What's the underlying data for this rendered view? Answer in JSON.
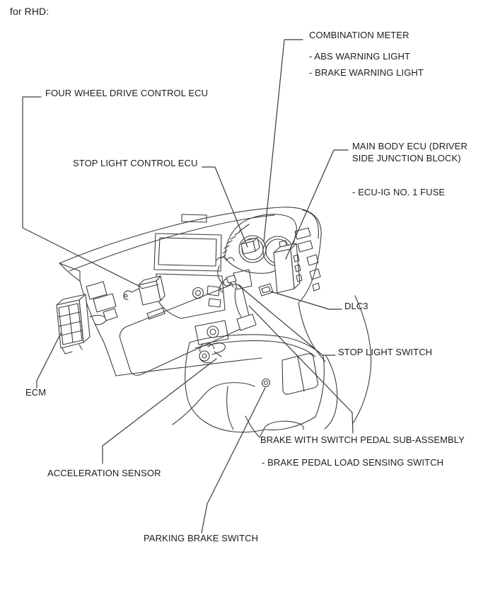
{
  "variant_note": "for RHD:",
  "labels": {
    "four_wheel_drive_control_ecu": "FOUR WHEEL DRIVE CONTROL ECU",
    "combination_meter": "COMBINATION METER",
    "abs_warning_light": "- ABS WARNING LIGHT",
    "brake_warning_light": "- BRAKE WARNING LIGHT",
    "stop_light_control_ecu": "STOP LIGHT CONTROL ECU",
    "main_body_ecu": "MAIN BODY ECU (DRIVER SIDE JUNCTION BLOCK)",
    "ecu_ig_no1_fuse": "- ECU-IG NO. 1 FUSE",
    "dlc3": "DLC3",
    "stop_light_switch": "STOP LIGHT SWITCH",
    "ecm": "ECM",
    "brake_with_switch_pedal_sub_assembly": "BRAKE WITH SWITCH PEDAL SUB-ASSEMBLY",
    "brake_pedal_load_sensing_switch": "- BRAKE PEDAL LOAD SENSING SWITCH",
    "acceleration_sensor": "ACCELERATION SENSOR",
    "parking_brake_switch": "PARKING BRAKE SWITCH"
  },
  "colors": {
    "background": "#ffffff",
    "line": "#3d3d3d",
    "text": "#1d1d1d"
  }
}
